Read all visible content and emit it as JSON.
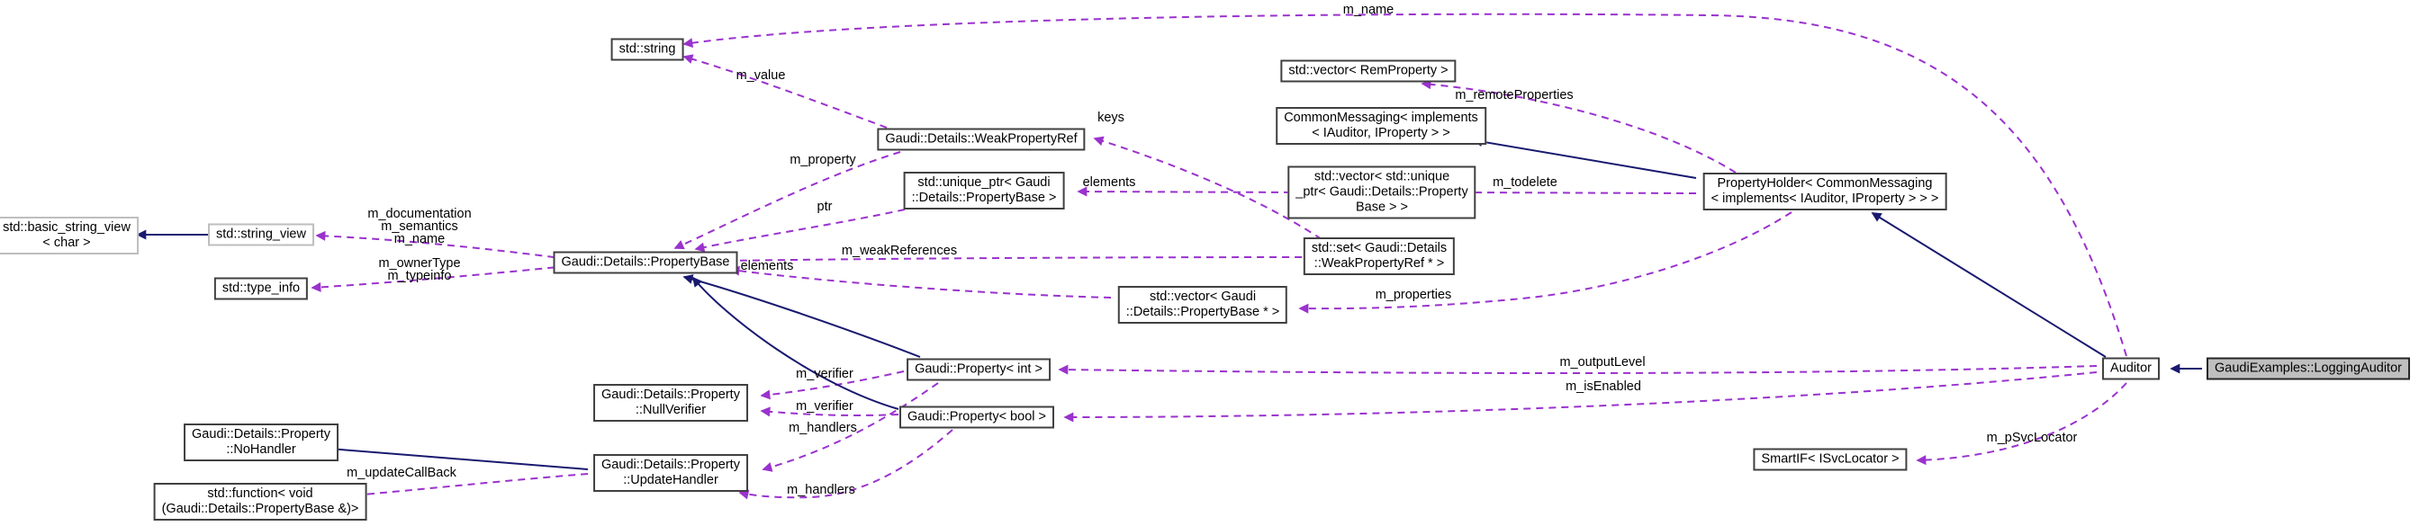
{
  "nodes": {
    "std_string": {
      "lines": [
        "std::string"
      ]
    },
    "basic_string_view": {
      "lines": [
        "std::basic_string_view",
        "< char >"
      ]
    },
    "string_view": {
      "lines": [
        "std::string_view"
      ]
    },
    "type_info": {
      "lines": [
        "std::type_info"
      ]
    },
    "property_base": {
      "lines": [
        "Gaudi::Details::PropertyBase"
      ]
    },
    "weak_property_ref": {
      "lines": [
        "Gaudi::Details::WeakPropertyRef"
      ]
    },
    "unique_ptr": {
      "lines": [
        "std::unique_ptr< Gaudi",
        "::Details::PropertyBase >"
      ]
    },
    "vector_rem_property": {
      "lines": [
        "std::vector< RemProperty >"
      ]
    },
    "common_messaging": {
      "lines": [
        "CommonMessaging< implements",
        "< IAuditor, IProperty > >"
      ]
    },
    "vector_unique_ptr": {
      "lines": [
        "std::vector< std::unique",
        "_ptr< Gaudi::Details::Property",
        "Base > >"
      ]
    },
    "set_weak_property_ref": {
      "lines": [
        "std::set< Gaudi::Details",
        "::WeakPropertyRef * >"
      ]
    },
    "vector_property_base_ptr": {
      "lines": [
        "std::vector< Gaudi",
        "::Details::PropertyBase * >"
      ]
    },
    "property_holder": {
      "lines": [
        "PropertyHolder< CommonMessaging",
        "< implements< IAuditor, IProperty > > >"
      ]
    },
    "property_int": {
      "lines": [
        "Gaudi::Property< int >"
      ]
    },
    "property_bool": {
      "lines": [
        "Gaudi::Property< bool >"
      ]
    },
    "null_verifier": {
      "lines": [
        "Gaudi::Details::Property",
        "::NullVerifier"
      ]
    },
    "no_handler": {
      "lines": [
        "Gaudi::Details::Property",
        "::NoHandler"
      ]
    },
    "update_handler": {
      "lines": [
        "Gaudi::Details::Property",
        "::UpdateHandler"
      ]
    },
    "std_function": {
      "lines": [
        "std::function< void",
        "(Gaudi::Details::PropertyBase &)>"
      ]
    },
    "smartif": {
      "lines": [
        "SmartIF< ISvcLocator >"
      ]
    },
    "auditor": {
      "lines": [
        "Auditor"
      ]
    },
    "logging_auditor": {
      "lines": [
        "GaudiExamples::LoggingAuditor"
      ]
    }
  },
  "edge_labels": {
    "m_name_top": "m_name",
    "m_value": "m_value",
    "keys": "keys",
    "m_property": "m_property",
    "ptr": "ptr",
    "m_remote_properties": "m_remoteProperties",
    "m_todelete": "m_todelete",
    "elements_upper": "elements",
    "elements_lower": "elements",
    "string_view_stack": [
      "m_documentation",
      "m_semantics",
      "m_name"
    ],
    "type_info_stack": [
      "m_ownerType",
      "m_typeinfo"
    ],
    "m_weak_references": "m_weakReferences",
    "m_properties": "m_properties",
    "m_output_level": "m_outputLevel",
    "m_is_enabled": "m_isEnabled",
    "m_p_svc_locator": "m_pSvcLocator",
    "m_verifier_int": "m_verifier",
    "m_verifier_bool": "m_verifier",
    "m_handlers_int": "m_handlers",
    "m_handlers_bool": "m_handlers",
    "m_update_call_back": "m_updateCallBack"
  },
  "colors": {
    "usage_edge": "#9a32cd",
    "inheritance_edge": "#191970",
    "node_border": "#404040",
    "external_node_border": "#bebebe",
    "selected_node_fill": "#bfbfbf",
    "background": "#ffffff"
  }
}
